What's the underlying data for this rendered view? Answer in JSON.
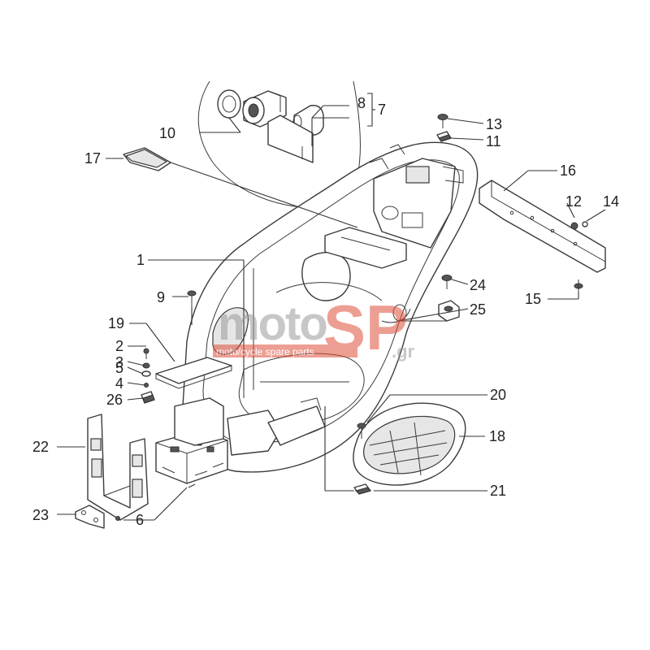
{
  "watermark": {
    "brand_left": "moto",
    "brand_right": "SP",
    "tagline": "moto/cycle spare parts",
    "suffix": ".gr",
    "color_gray": "#9a9a9a",
    "color_red": "#e0503c"
  },
  "callouts": [
    {
      "id": "1",
      "label": "1"
    },
    {
      "id": "2",
      "label": "2"
    },
    {
      "id": "3",
      "label": "3"
    },
    {
      "id": "4",
      "label": "4"
    },
    {
      "id": "5",
      "label": "5"
    },
    {
      "id": "6",
      "label": "6"
    },
    {
      "id": "7",
      "label": "7"
    },
    {
      "id": "8",
      "label": "8"
    },
    {
      "id": "9",
      "label": "9"
    },
    {
      "id": "10",
      "label": "10"
    },
    {
      "id": "11",
      "label": "11"
    },
    {
      "id": "12",
      "label": "12"
    },
    {
      "id": "13",
      "label": "13"
    },
    {
      "id": "14",
      "label": "14"
    },
    {
      "id": "15",
      "label": "15"
    },
    {
      "id": "16",
      "label": "16"
    },
    {
      "id": "17",
      "label": "17"
    },
    {
      "id": "18",
      "label": "18"
    },
    {
      "id": "19",
      "label": "19"
    },
    {
      "id": "20",
      "label": "20"
    },
    {
      "id": "21",
      "label": "21"
    },
    {
      "id": "22",
      "label": "22"
    },
    {
      "id": "23",
      "label": "23"
    },
    {
      "id": "24",
      "label": "24"
    },
    {
      "id": "25",
      "label": "25"
    },
    {
      "id": "26",
      "label": "26"
    }
  ]
}
